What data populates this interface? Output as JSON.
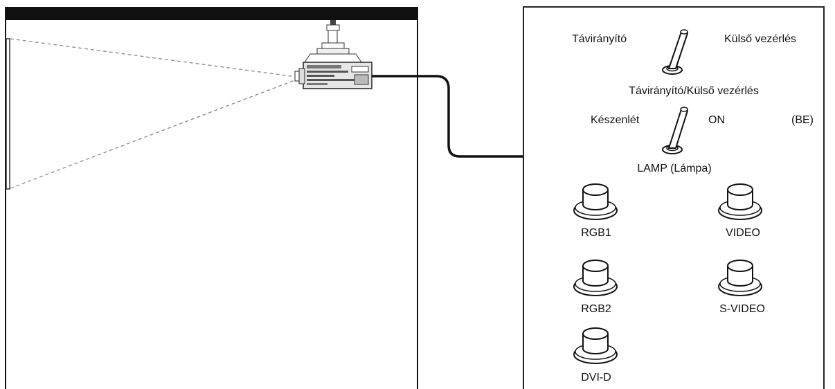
{
  "room": {
    "label": "room-ceiling-and-wall"
  },
  "projector": {
    "icon": "ceiling-mounted-projector-icon"
  },
  "control_panel": {
    "toggle_remote": {
      "left_label": "Távirányító",
      "right_label": "Külső vezérlés",
      "caption": "Távirányító/Külső vezérlés"
    },
    "toggle_lamp": {
      "left_label": "Készenlét",
      "right_label": "ON",
      "right_extra": "(BE)",
      "caption": "LAMP (Lámpa)"
    },
    "buttons": [
      {
        "label": "RGB1"
      },
      {
        "label": "VIDEO"
      },
      {
        "label": "RGB2"
      },
      {
        "label": "S-VIDEO"
      },
      {
        "label": "DVI-D"
      }
    ]
  },
  "colors": {
    "line": "#111111",
    "ceiling": "#111111",
    "beam": "#888888"
  }
}
